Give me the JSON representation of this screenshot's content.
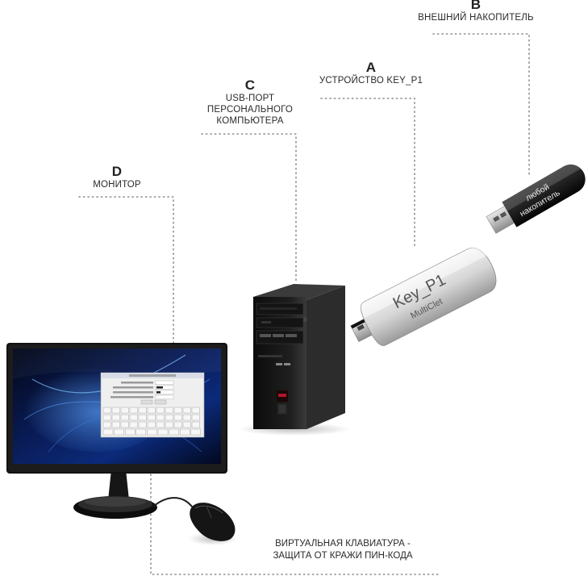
{
  "labels": {
    "b": {
      "letter": "B",
      "text": "ВНЕШНИЙ НАКОПИТЕЛЬ"
    },
    "a": {
      "letter": "A",
      "text": "УСТРОЙСТВО KEY_P1"
    },
    "c": {
      "letter": "C",
      "line1": "USB-ПОРТ",
      "line2": "ПЕРСОНАЛЬНОГО",
      "line3": "КОМПЬЮТЕРА"
    },
    "d": {
      "letter": "D",
      "text": "МОНИТОР"
    }
  },
  "bottom_note": {
    "line1": "ВИРТУАЛЬНАЯ КЛАВИАТУРА -",
    "line2": "ЗАЩИТА ОТ КРАЖИ ПИН-КОДА"
  },
  "device": {
    "brand_line1": "Key_P1",
    "brand_line2": "MultiClet"
  },
  "flash": {
    "line1": "любой",
    "line2": "накопитель"
  },
  "colors": {
    "dots": "#8a8a8a",
    "text": "#2a2a2a",
    "screen_bg": "#050b2a",
    "dongle": "#d9d9d9"
  }
}
